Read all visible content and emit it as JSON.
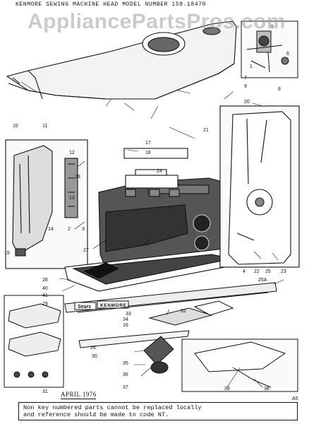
{
  "header": {
    "title": "KENMORE SEWING MACHINE HEAD MODEL NUMBER 158.18470",
    "watermark": "AppliancePartsPros.com"
  },
  "footer": {
    "date": "APRIL 1976",
    "mark": "A5",
    "note_line1": "Non key numbered parts cannot be replaced locally",
    "note_line2": "and reference should be made to code NT."
  },
  "nameplates": {
    "brand_left": "Sears",
    "brand_right": "KENMORE"
  },
  "callouts": [
    "1",
    "2",
    "3",
    "4",
    "5",
    "6",
    "7",
    "8",
    "9",
    "10",
    "11",
    "12",
    "13",
    "14",
    "15",
    "16",
    "17",
    "18",
    "19",
    "20",
    "21",
    "22",
    "23",
    "24",
    "25",
    "25A",
    "26",
    "27",
    "28",
    "29",
    "30",
    "31",
    "32",
    "33",
    "34",
    "35",
    "36",
    "37",
    "38",
    "39",
    "40",
    "41"
  ],
  "colors": {
    "ink": "#111111",
    "paper": "#ffffff",
    "body_fill": "#555555",
    "watermark": "#a0a0a0"
  }
}
